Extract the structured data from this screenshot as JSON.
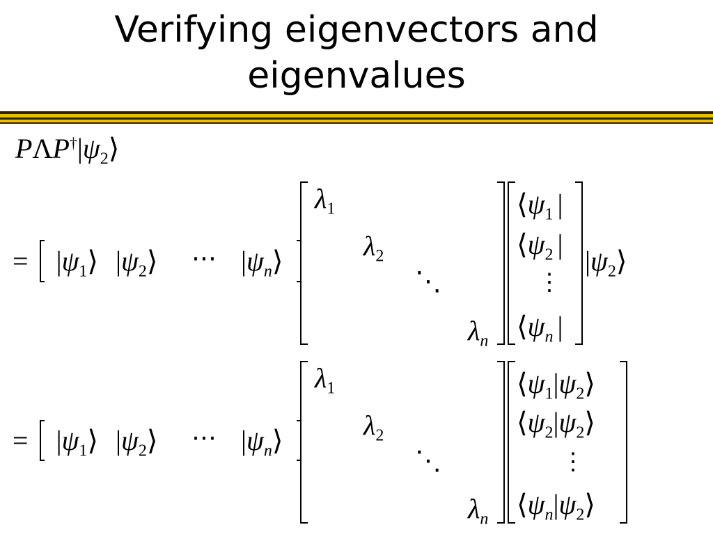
{
  "title": {
    "line1": "Verifying eigenvectors and",
    "line2": "eigenvalues"
  },
  "colors": {
    "rule_dark": "#2b2400",
    "rule_gold": "#e8c000",
    "text": "#000000"
  },
  "symbols": {
    "P": "P",
    "Lambda": "Λ",
    "dagger": "†",
    "psi": "ψ",
    "lambda": "λ",
    "equals": "=",
    "cdots": "⋯",
    "vdots": "⋮",
    "ddots": "⋱",
    "bar": "|",
    "langle": "⟨",
    "rangle": "⟩",
    "sub1": "1",
    "sub2": "2",
    "subn": "n"
  }
}
